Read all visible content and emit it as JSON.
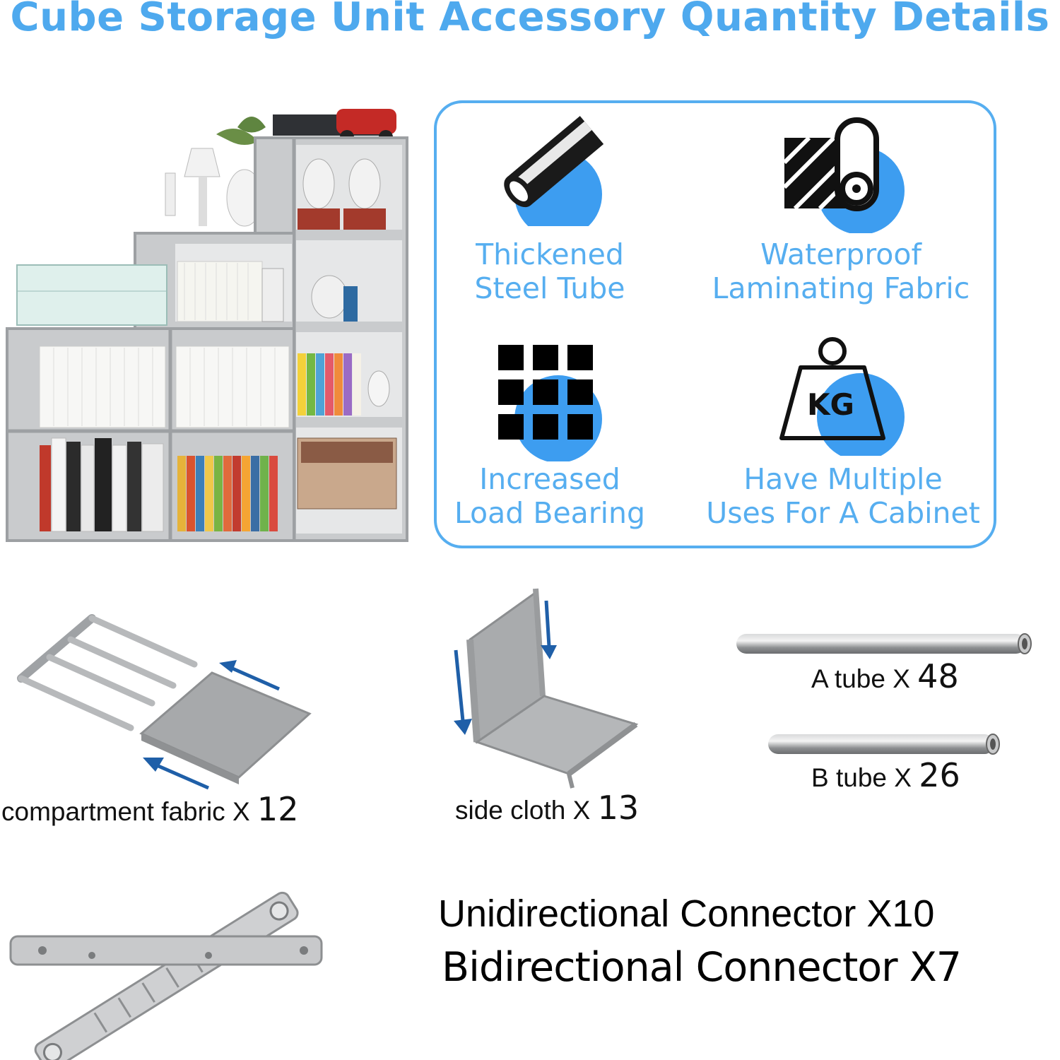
{
  "title": "Cube Storage Unit Accessory Quantity Details",
  "features": [
    {
      "line1": "Thickened",
      "line2": "Steel Tube",
      "icon": "steel-tube-icon"
    },
    {
      "line1": "Waterproof",
      "line2": "Laminating Fabric",
      "icon": "fabric-roll-icon"
    },
    {
      "line1": "Increased",
      "line2": "Load Bearing",
      "icon": "grid-icon"
    },
    {
      "line1": "Have Multiple",
      "line2": "Uses For A Cabinet",
      "icon": "kg-weight-icon"
    }
  ],
  "kg_label": "KG",
  "accessories": {
    "compartment_fabric": {
      "label": "compartment fabric X",
      "count": "12"
    },
    "side_cloth": {
      "label": "side cloth X",
      "count": "13"
    },
    "a_tube": {
      "label": "A tube X",
      "count": "48"
    },
    "b_tube": {
      "label": "B tube X",
      "count": "26"
    }
  },
  "connectors": {
    "unidirectional": "Unidirectional Connector X10",
    "bidirectional": "Bidirectional Connector X7"
  },
  "colors": {
    "accent": "#4ea9ee",
    "box_border": "#56aef0",
    "circle": "#3d9df0",
    "gray": "#b9bbbd"
  }
}
